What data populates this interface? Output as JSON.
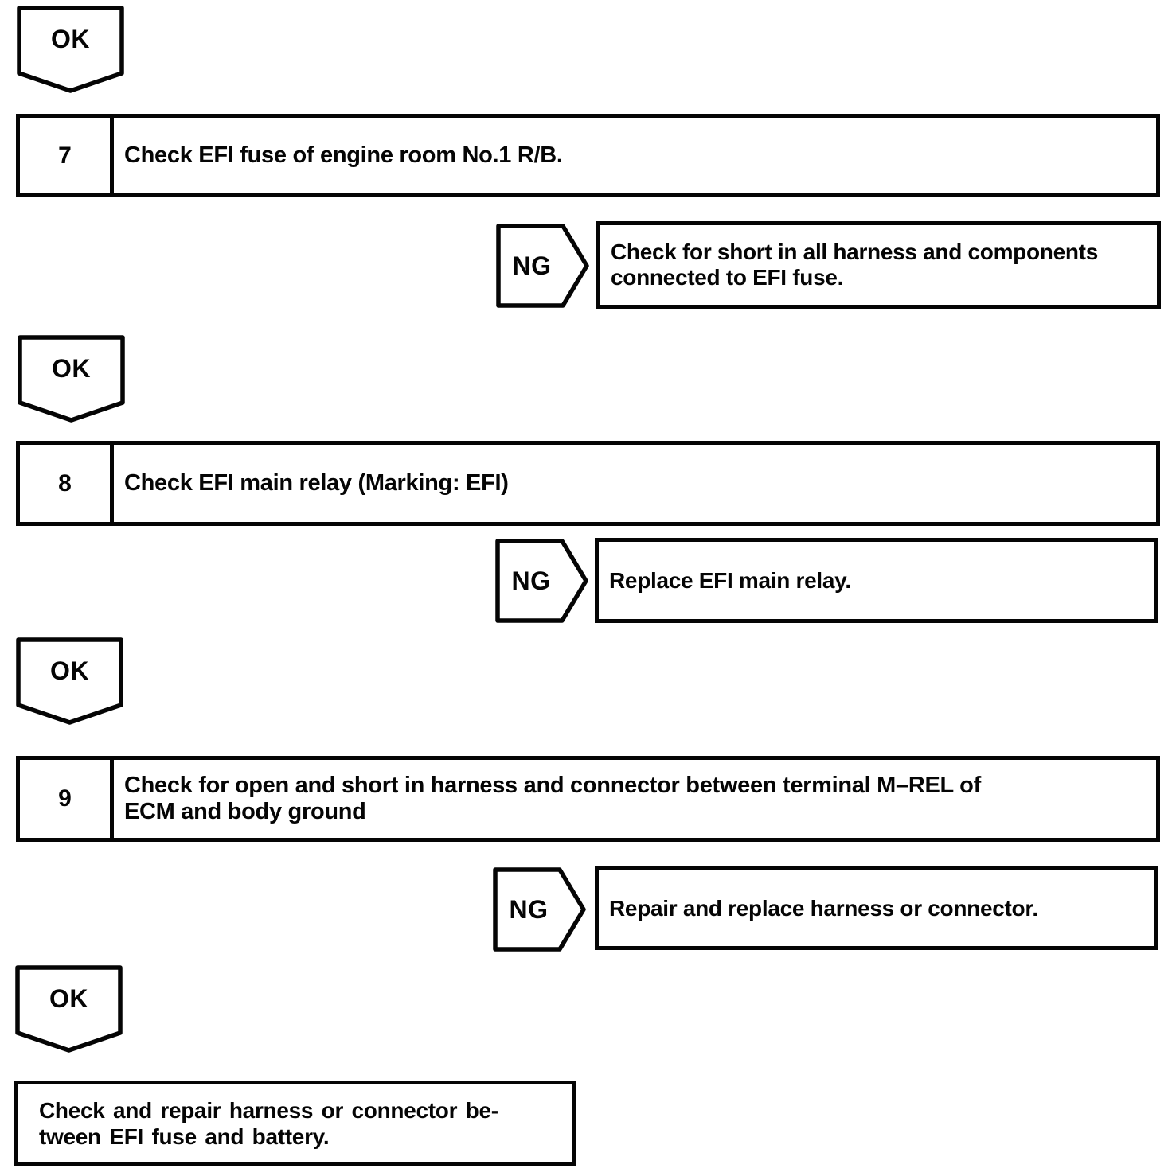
{
  "colors": {
    "ink": "#050505",
    "paper": "#ffffff"
  },
  "flow": {
    "ok_label": "OK",
    "ng_label": "NG",
    "steps": [
      {
        "number": "7",
        "instruction": "Check EFI fuse of engine room No.1 R/B.",
        "ng_action": "Check for short in all harness and components\nconnected to EFI fuse."
      },
      {
        "number": "8",
        "instruction": "Check EFI main relay (Marking: EFI)",
        "ng_action": "Replace EFI main relay."
      },
      {
        "number": "9",
        "instruction": "Check for open and short in harness and connector between terminal M–REL of\nECM and body ground",
        "ng_action": "Repair and replace harness or connector."
      }
    ],
    "final_action": "Check and repair harness or connector be-\ntween EFI fuse and battery."
  }
}
